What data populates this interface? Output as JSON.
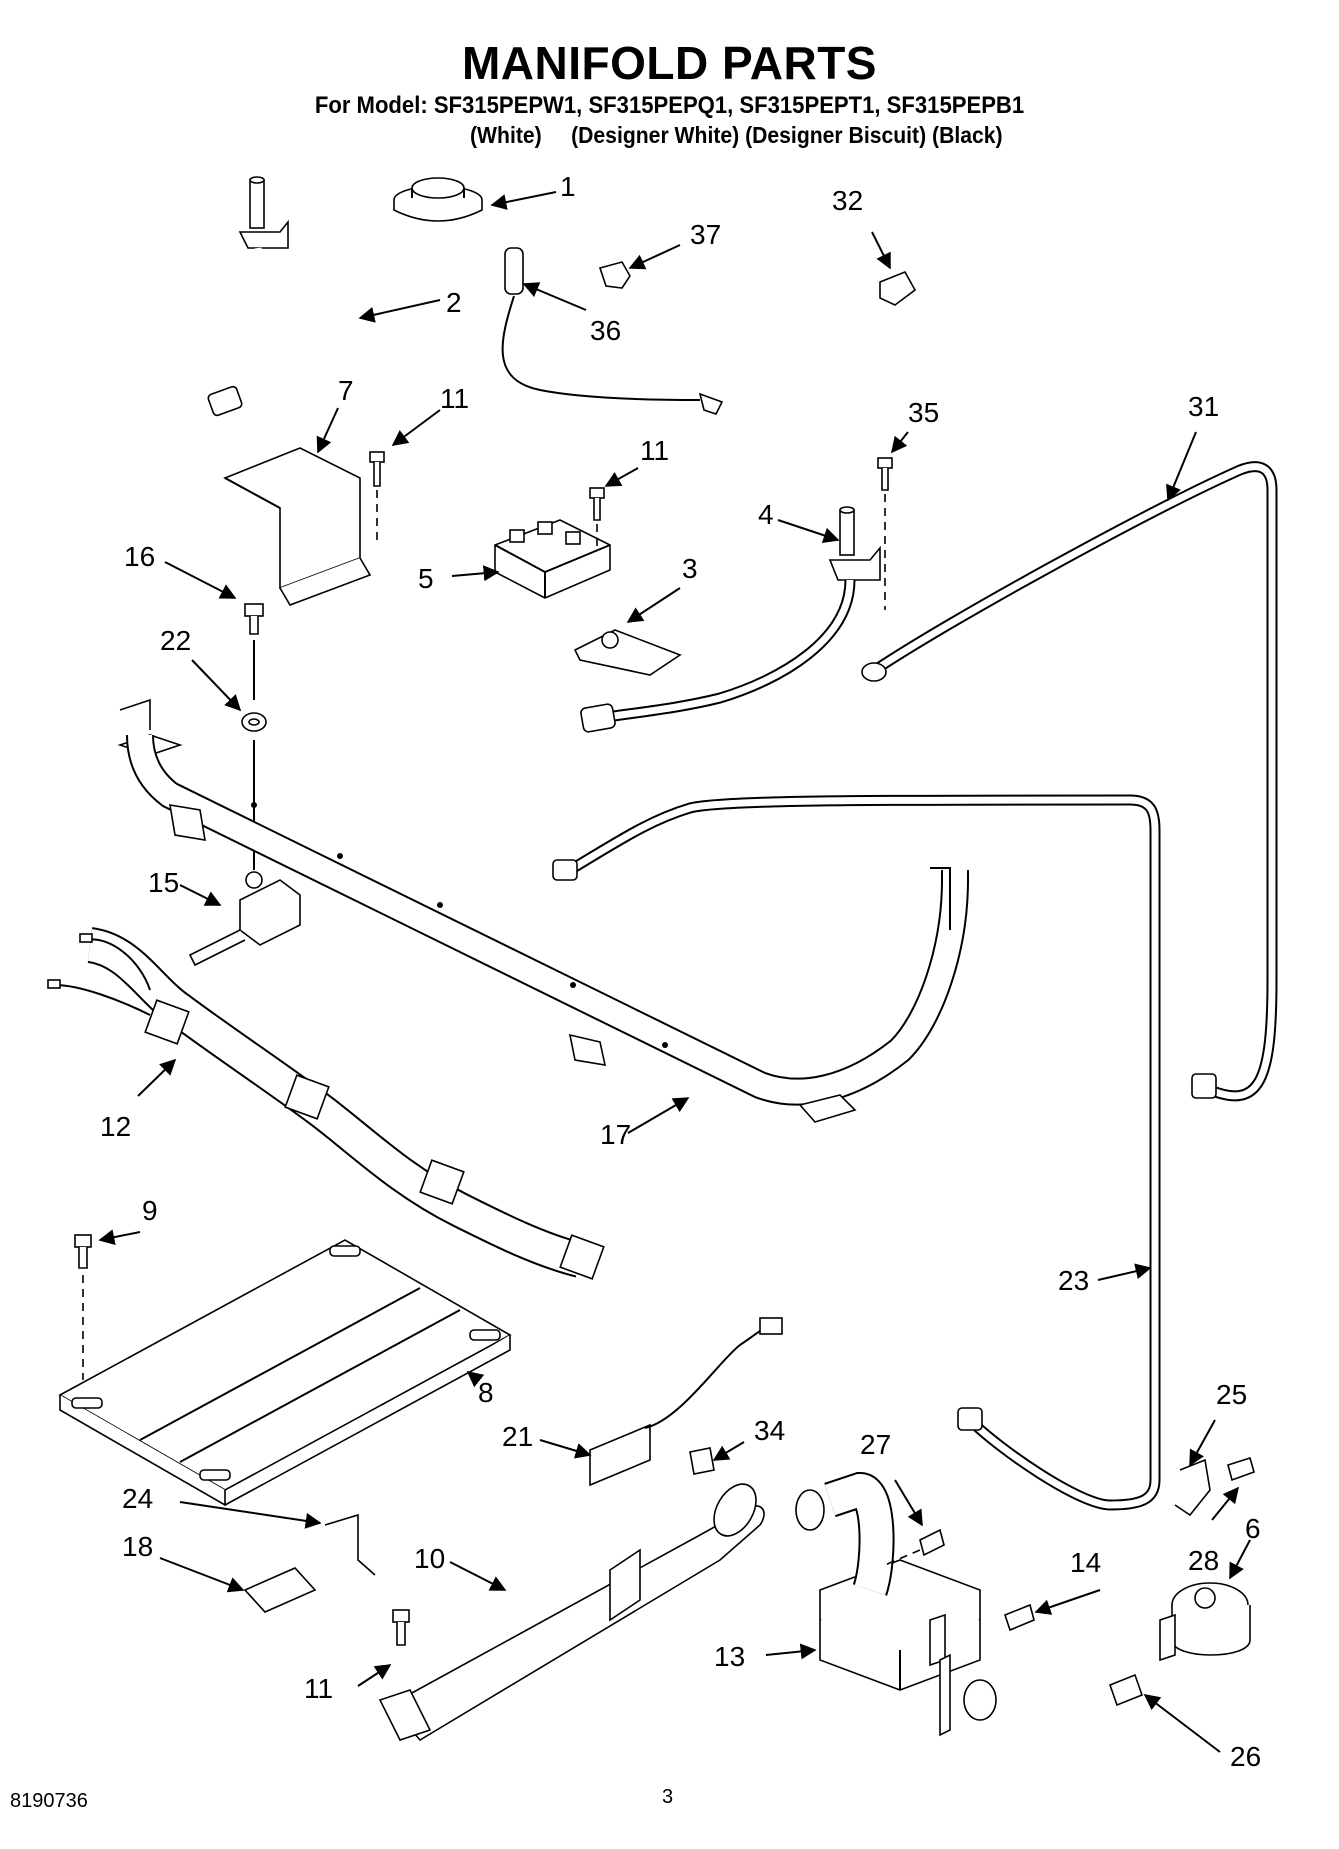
{
  "header": {
    "title": "MANIFOLD PARTS",
    "models_line": "For Model: SF315PEPW1, SF315PEPQ1, SF315PEPT1, SF315PEPB1",
    "variants_line": "(White)     (Designer White) (Designer Biscuit) (Black)"
  },
  "footer": {
    "doc_number": "8190736",
    "page_number": "3"
  },
  "callouts": [
    "1",
    "2",
    "3",
    "4",
    "5",
    "6",
    "7",
    "8",
    "9",
    "10",
    "11",
    "11",
    "11",
    "12",
    "13",
    "14",
    "15",
    "16",
    "17",
    "18",
    "21",
    "22",
    "23",
    "24",
    "25",
    "26",
    "27",
    "28",
    "31",
    "32",
    "34",
    "35",
    "36",
    "37"
  ]
}
